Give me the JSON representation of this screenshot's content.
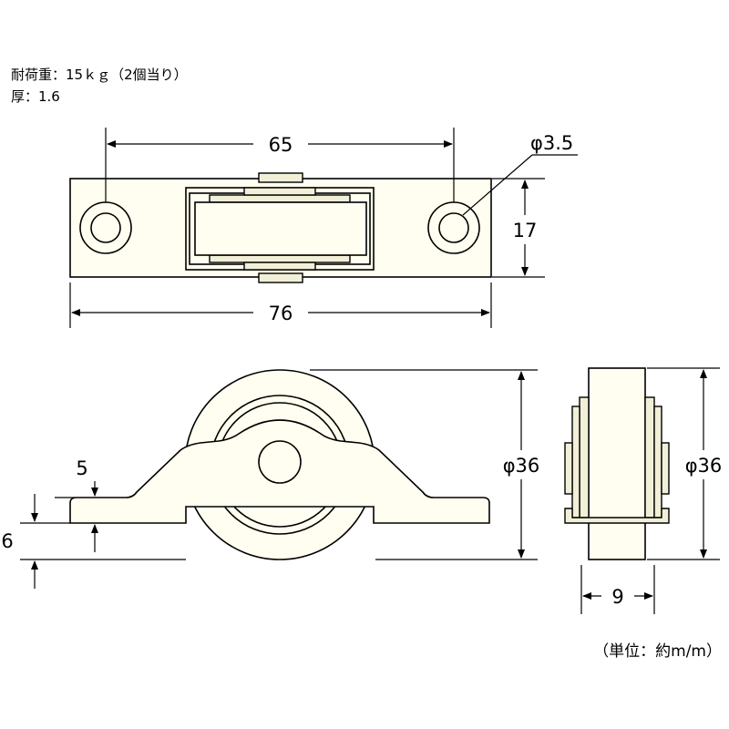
{
  "specs": {
    "load": "耐荷重：15ｋｇ（2個当り）",
    "thickness": "厚：1.6"
  },
  "dimensions": {
    "hole_pitch": "65",
    "total_length": "76",
    "height": "17",
    "hole_diameter": "φ3.5",
    "wheel_diameter_front": "φ36",
    "wheel_diameter_side": "φ36",
    "flange_height": "5",
    "base_height": "6",
    "width": "9"
  },
  "unit_note": "（単位：約m/m）",
  "colors": {
    "part_fill": "#fffef0",
    "line": "#000000"
  }
}
